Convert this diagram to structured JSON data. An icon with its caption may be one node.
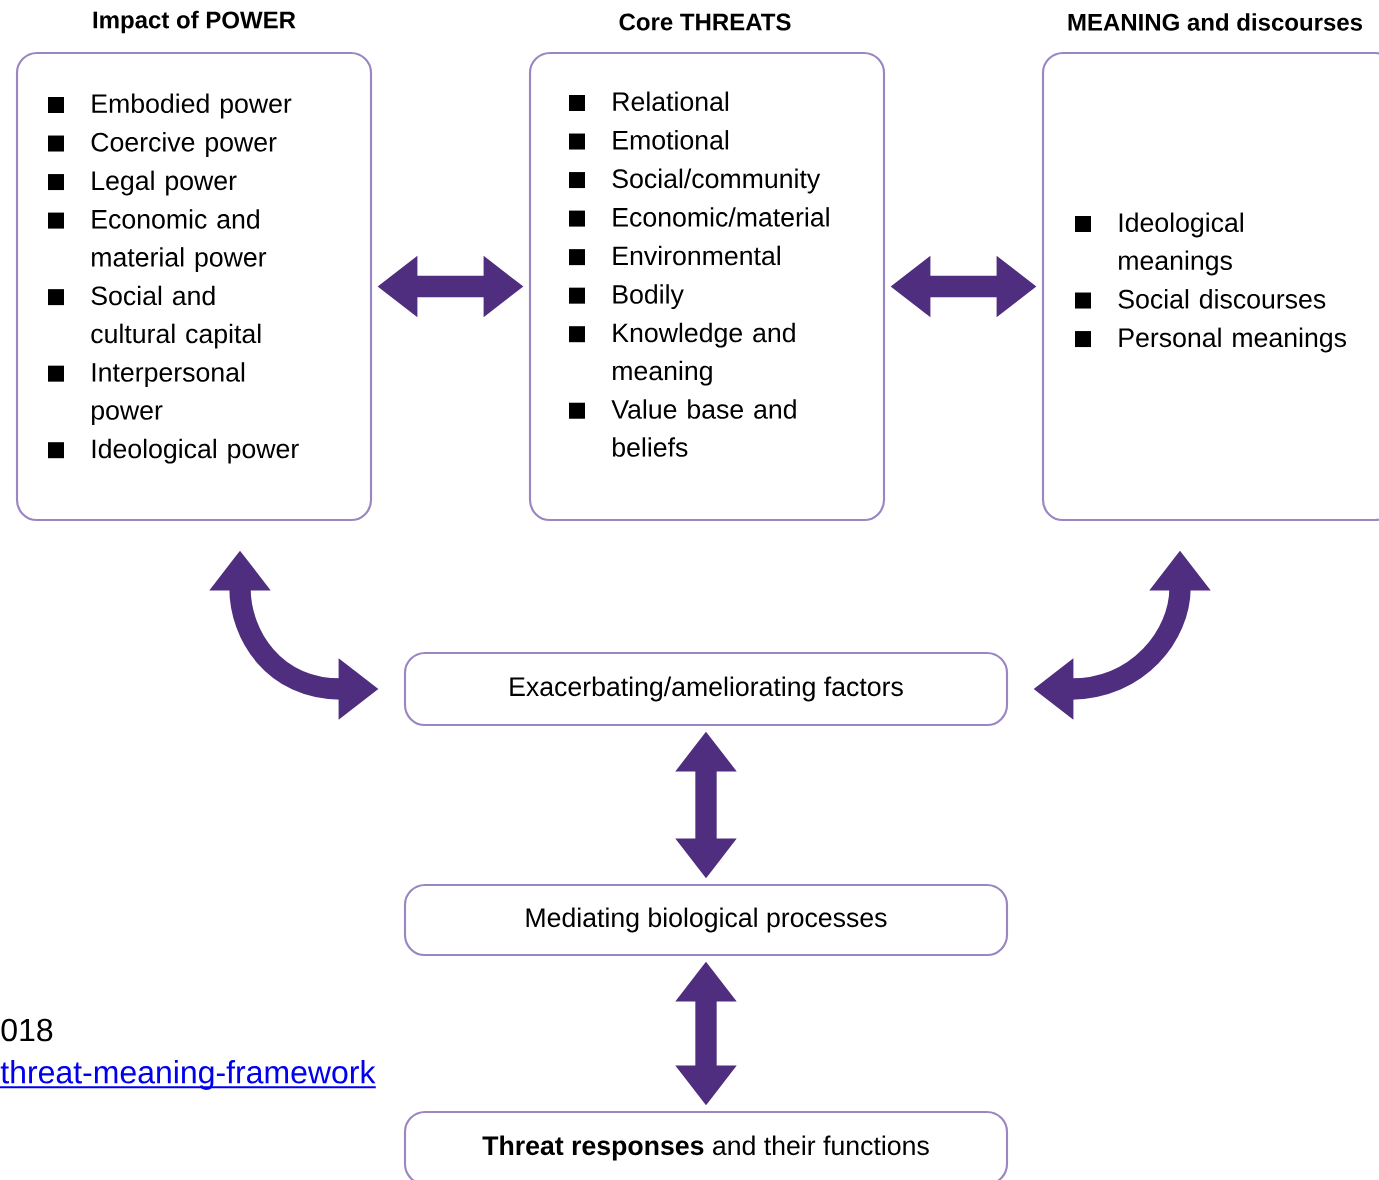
{
  "diagram": {
    "nodes": [
      {
        "text": [
          "Impact of POWER",
          "Embodied power",
          "Coercive power",
          "Legal power",
          "Economic and material power",
          "Social and cultural capital",
          "Interpersonal power",
          "Ideological power"
        ]
      },
      {
        "text": [
          "Core THREATS",
          "Relational",
          "Emotional",
          "Social/community",
          "Economic/material",
          "Environmental",
          "Bodily",
          "Knowledge and meaning",
          "Value base and beliefs"
        ]
      },
      {
        "text": [
          "MEANING and discourses",
          "Ideological meanings",
          "Social discourses",
          "Personal meanings"
        ]
      },
      {
        "text": [
          "Exacerbating/ameliorating factors"
        ]
      },
      {
        "text": [
          "Mediating biological processes"
        ]
      },
      {
        "text": [
          "**Threat responses** and their functions"
        ]
      }
    ],
    "edges": [
      {
        "from": 0,
        "to": 1,
        "arrow": "both"
      },
      {
        "from": 1,
        "to": 2,
        "arrow": "both"
      },
      {
        "from": 0,
        "to": 3,
        "arrow": "both"
      },
      {
        "from": 2,
        "to": 3,
        "arrow": "both"
      },
      {
        "from": 3,
        "to": 4,
        "arrow": "both"
      },
      {
        "from": 4,
        "to": 5,
        "arrow": "both"
      }
    ],
    "labels": [
      "018",
      "threat-meaning-framework"
    ]
  }
}
